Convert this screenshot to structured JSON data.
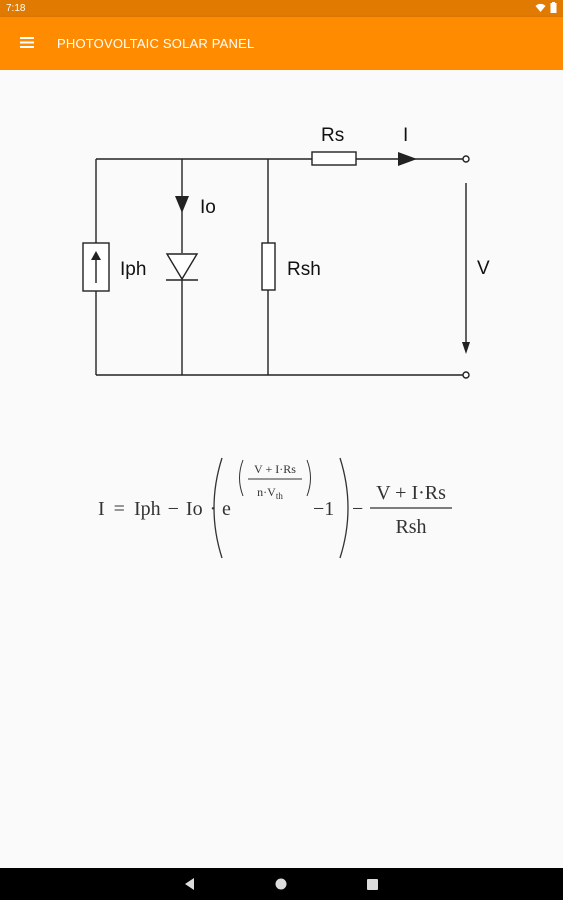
{
  "status_bar": {
    "time": "7:18",
    "icons": [
      "wifi-icon",
      "battery-icon"
    ]
  },
  "app_bar": {
    "title": "PHOTOVOLTAIC SOLAR PANEL",
    "menu_icon": "hamburger-menu-icon"
  },
  "circuit": {
    "labels": {
      "rs": "Rs",
      "current": "I",
      "io": "Io",
      "iph": "Iph",
      "rsh": "Rsh",
      "voltage": "V"
    }
  },
  "equation": {
    "lhs": "I",
    "eq": "=",
    "term_iph": "Iph",
    "minus1": "−",
    "term_io": "Io",
    "dot": "·",
    "exp_base": "e",
    "exp_num": "V + I·Rs",
    "exp_den_n": "n·V",
    "exp_den_sub": "th",
    "minus_one": "−1",
    "minus2": "−",
    "frac_num": "V + I·Rs",
    "frac_den": "Rsh"
  },
  "nav_bar": {
    "buttons": [
      "back-icon",
      "home-icon",
      "recents-icon"
    ]
  },
  "colors": {
    "status_bar": "#e07a00",
    "app_bar": "#ff8c00",
    "background": "#fafafa"
  }
}
